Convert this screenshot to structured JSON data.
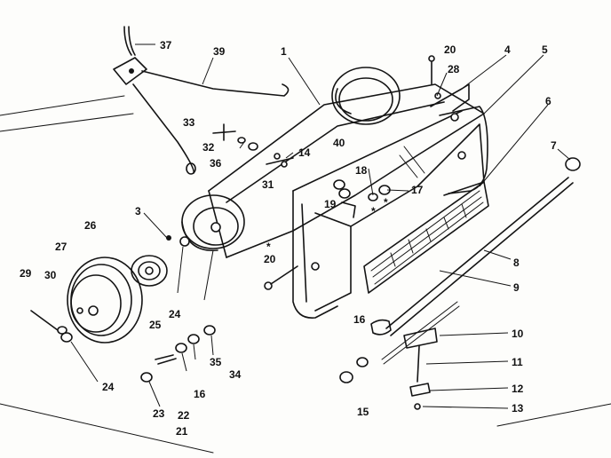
{
  "labels": {
    "l1": "1",
    "l3": "3",
    "l4": "4",
    "l5": "5",
    "l6": "6",
    "l7": "7",
    "l8": "8",
    "l9": "9",
    "l10": "10",
    "l11": "11",
    "l12": "12",
    "l13": "13",
    "l14": "14",
    "l15": "15",
    "l16a": "16",
    "l16b": "16",
    "l17": "17",
    "l18": "18",
    "l19": "19",
    "l20a": "20",
    "l20b": "20",
    "l21": "21",
    "l22": "22",
    "l23": "23",
    "l24a": "24",
    "l24b": "24",
    "l25": "25",
    "l26": "26",
    "l27": "27",
    "l28": "28",
    "l29": "29",
    "l30": "30",
    "l31": "31",
    "l32": "32",
    "l33": "33",
    "l34": "34",
    "l35": "35",
    "l36": "36",
    "l37": "37",
    "l39": "39",
    "l40": "40",
    "star1": "*",
    "star2": "*",
    "star3": "*"
  }
}
